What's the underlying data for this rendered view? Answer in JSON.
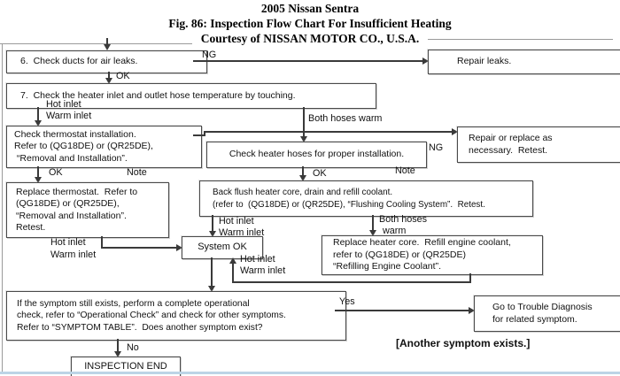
{
  "title": {
    "line1": "2005 Nissan Sentra",
    "line2": "Fig. 86: Inspection Flow Chart For Insufficient Heating",
    "line3": "Courtesy of NISSAN MOTOR CO., U.S.A."
  },
  "nodes": {
    "check_ducts": "6.  Check ducts for air leaks.",
    "repair_leaks": "Repair leaks.",
    "check_hose_temp": "7.  Check the heater inlet and outlet hose temperature by touching.",
    "check_thermostat": "Check thermostat installation.\nRefer to (QG18DE) or (QR25DE),\n “Removal and Installation”.",
    "replace_thermostat": "Replace thermostat.  Refer to\n(QG18DE) or (QR25DE),\n“Removal and Installation”.\nRetest.",
    "check_heater_hoses": "Check heater hoses for proper installation.",
    "repair_replace": "Repair or replace as\nnecessary.  Retest.",
    "back_flush": "Back flush heater core, drain and refill coolant.\n(refer to  (QG18DE) or (QR25DE), “Flushing Cooling System”.  Retest.",
    "system_ok": "System OK",
    "replace_heater_core": "Replace heater core.  Refill engine coolant,\nrefer to (QG18DE) or (QR25DE)\n“Refilling Engine Coolant”.",
    "symptom_check": "If the symptom still exists, perform a complete operational\ncheck, refer to “Operational Check” and check for other symptoms.\nRefer to “SYMPTOM TABLE”.  Does another symptom exist?",
    "goto_trouble": "Go to Trouble Diagnosis\nfor related symptom.",
    "inspection_end": "INSPECTION END"
  },
  "labels": {
    "ng_ducts": "NG",
    "ok_ducts": "OK",
    "hot_inlet_1": "Hot inlet",
    "warm_inlet_1": "Warm inlet",
    "both_hoses_warm": "Both hoses warm",
    "ok_thermostat": "OK",
    "note_thermostat": "Note",
    "ng_hoses": "NG",
    "ok_hoses": "OK",
    "note_hoses": "Note",
    "hot_inlet_2": "Hot inlet",
    "warm_inlet_2": "Warm inlet",
    "hot_inlet_3": "Hot inlet",
    "warm_inlet_3": "Warm inlet",
    "both_hoses": "Both hoses",
    "warm_only": "warm",
    "hot_inlet_4": "Hot inlet",
    "warm_inlet_4": "Warm inlet",
    "yes": "Yes",
    "no": "No",
    "another_symptom": "[Another symptom exists.]"
  },
  "colors": {
    "line": "#3a3a3a",
    "border": "#4a4a4a",
    "text": "#111111",
    "footer": "#bcd4e6",
    "shadow": "#9a9a9a"
  }
}
